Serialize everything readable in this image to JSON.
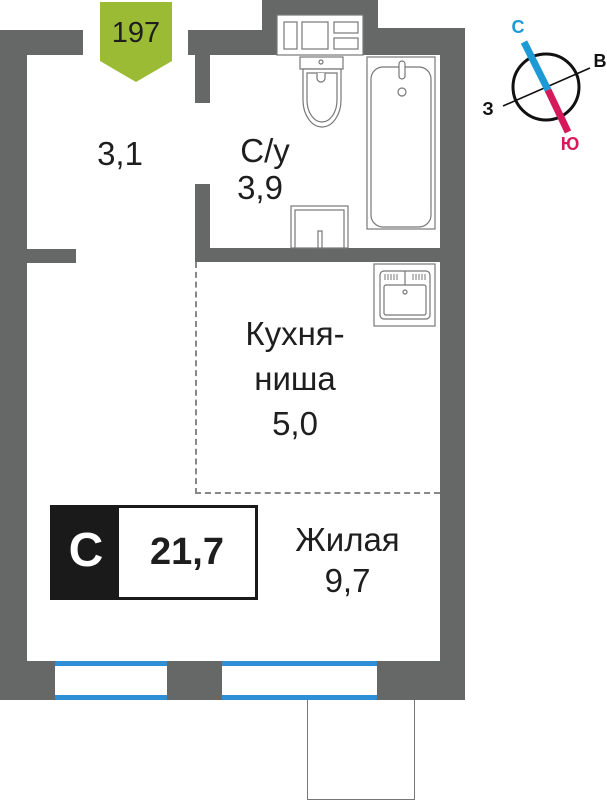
{
  "plan": {
    "apartment_number": "197",
    "apartment_number_color": "#9bbb35",
    "wall_color": "#656866",
    "window_color": "#2f8fd6"
  },
  "rooms": {
    "hallway": {
      "area": "3,1"
    },
    "bathroom": {
      "name": "С/у",
      "area": "3,9"
    },
    "kitchen": {
      "name_line1": "Кухня-",
      "name_line2": "ниша",
      "area": "5,0"
    },
    "living": {
      "name": "Жилая",
      "area": "9,7"
    }
  },
  "badge": {
    "type_letter": "С",
    "total_area": "21,7"
  },
  "compass": {
    "north": "С",
    "east": "В",
    "west": "З",
    "south": "Ю",
    "north_color": "#1b9ad6",
    "south_color": "#d6195a"
  }
}
